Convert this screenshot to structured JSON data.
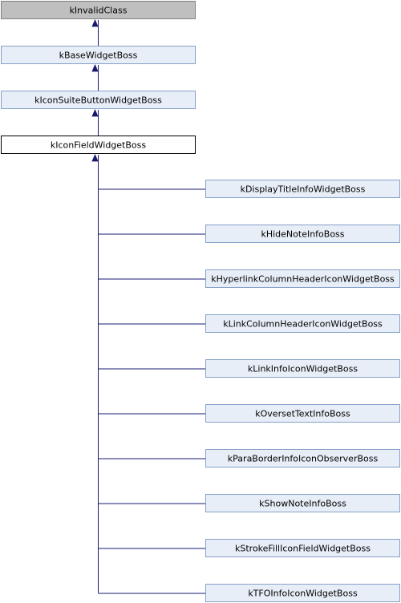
{
  "diagram": {
    "type": "class-inheritance",
    "colors": {
      "edge": "#191970",
      "node_border": "#84a0c8",
      "node_fill": "#e8eef7",
      "root_fill": "#bfbfbf",
      "root_border": "#808080",
      "focus_border": "#000000",
      "focus_fill": "#ffffff"
    },
    "chain": [
      {
        "id": "kInvalidClass",
        "label": "kInvalidClass",
        "style": "root"
      },
      {
        "id": "kBaseWidgetBoss",
        "label": "kBaseWidgetBoss",
        "style": "normal"
      },
      {
        "id": "kIconSuiteButtonWidgetBoss",
        "label": "kIconSuiteButtonWidgetBoss",
        "style": "normal"
      },
      {
        "id": "kIconFieldWidgetBoss",
        "label": "kIconFieldWidgetBoss",
        "style": "focus"
      }
    ],
    "children": [
      {
        "id": "kDisplayTitleInfoWidgetBoss",
        "label": "kDisplayTitleInfoWidgetBoss"
      },
      {
        "id": "kHideNoteInfoBoss",
        "label": "kHideNoteInfoBoss"
      },
      {
        "id": "kHyperlinkColumnHeaderIconWidgetBoss",
        "label": "kHyperlinkColumnHeaderIconWidgetBoss"
      },
      {
        "id": "kLinkColumnHeaderIconWidgetBoss",
        "label": "kLinkColumnHeaderIconWidgetBoss"
      },
      {
        "id": "kLinkInfoIconWidgetBoss",
        "label": "kLinkInfoIconWidgetBoss"
      },
      {
        "id": "kOversetTextInfoBoss",
        "label": "kOversetTextInfoBoss"
      },
      {
        "id": "kParaBorderInfoIconObserverBoss",
        "label": "kParaBorderInfoIconObserverBoss"
      },
      {
        "id": "kShowNoteInfoBoss",
        "label": "kShowNoteInfoBoss"
      },
      {
        "id": "kStrokeFillIconFieldWidgetBoss",
        "label": "kStrokeFillIconFieldWidgetBoss"
      },
      {
        "id": "kTFOInfoIconWidgetBoss",
        "label": "kTFOInfoIconWidgetBoss"
      }
    ]
  }
}
